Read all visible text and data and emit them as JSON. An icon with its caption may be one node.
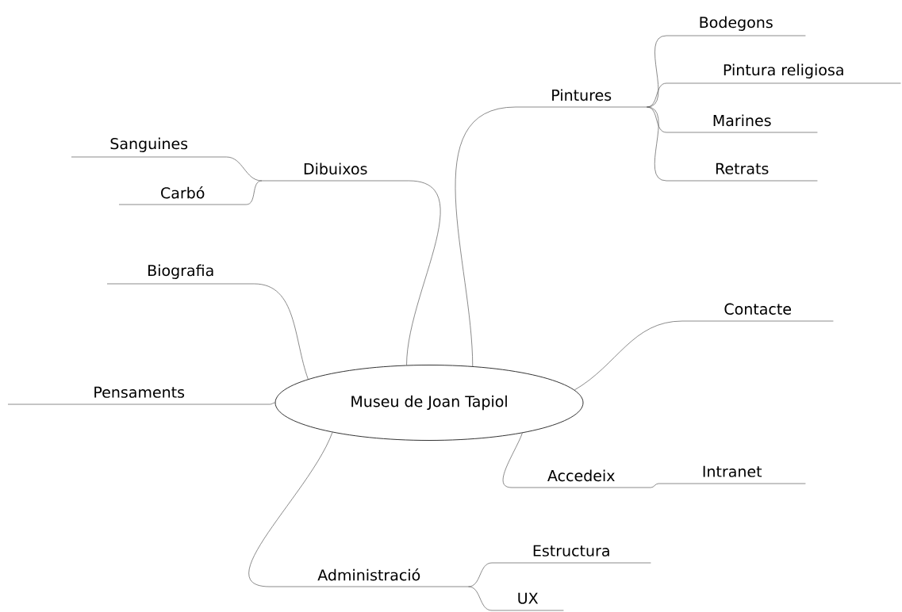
{
  "diagram": {
    "nodes": [
      {
        "text": [
          "Museu de Joan Tapiol"
        ]
      },
      {
        "text": [
          "Dibuixos"
        ]
      },
      {
        "text": [
          "Sanguines"
        ]
      },
      {
        "text": [
          "Carbó"
        ]
      },
      {
        "text": [
          "Pintures"
        ]
      },
      {
        "text": [
          "Bodegons"
        ]
      },
      {
        "text": [
          "Pintura religiosa"
        ]
      },
      {
        "text": [
          "Marines"
        ]
      },
      {
        "text": [
          "Retrats"
        ]
      },
      {
        "text": [
          "Biografia"
        ]
      },
      {
        "text": [
          "Contacte"
        ]
      },
      {
        "text": [
          "Pensaments"
        ]
      },
      {
        "text": [
          "Accedeix"
        ]
      },
      {
        "text": [
          "Intranet"
        ]
      },
      {
        "text": [
          "Administració"
        ]
      },
      {
        "text": [
          "Estructura"
        ]
      },
      {
        "text": [
          "UX"
        ]
      }
    ],
    "edges": [
      {
        "from": 0,
        "to": 1,
        "arrow": "none"
      },
      {
        "from": 1,
        "to": 2,
        "arrow": "none"
      },
      {
        "from": 1,
        "to": 3,
        "arrow": "none"
      },
      {
        "from": 0,
        "to": 4,
        "arrow": "none"
      },
      {
        "from": 4,
        "to": 5,
        "arrow": "none"
      },
      {
        "from": 4,
        "to": 6,
        "arrow": "none"
      },
      {
        "from": 4,
        "to": 7,
        "arrow": "none"
      },
      {
        "from": 4,
        "to": 8,
        "arrow": "none"
      },
      {
        "from": 0,
        "to": 9,
        "arrow": "none"
      },
      {
        "from": 0,
        "to": 10,
        "arrow": "none"
      },
      {
        "from": 0,
        "to": 11,
        "arrow": "none"
      },
      {
        "from": 0,
        "to": 12,
        "arrow": "none"
      },
      {
        "from": 12,
        "to": 13,
        "arrow": "none"
      },
      {
        "from": 0,
        "to": 14,
        "arrow": "none"
      },
      {
        "from": 14,
        "to": 15,
        "arrow": "none"
      },
      {
        "from": 14,
        "to": 16,
        "arrow": "none"
      }
    ]
  }
}
